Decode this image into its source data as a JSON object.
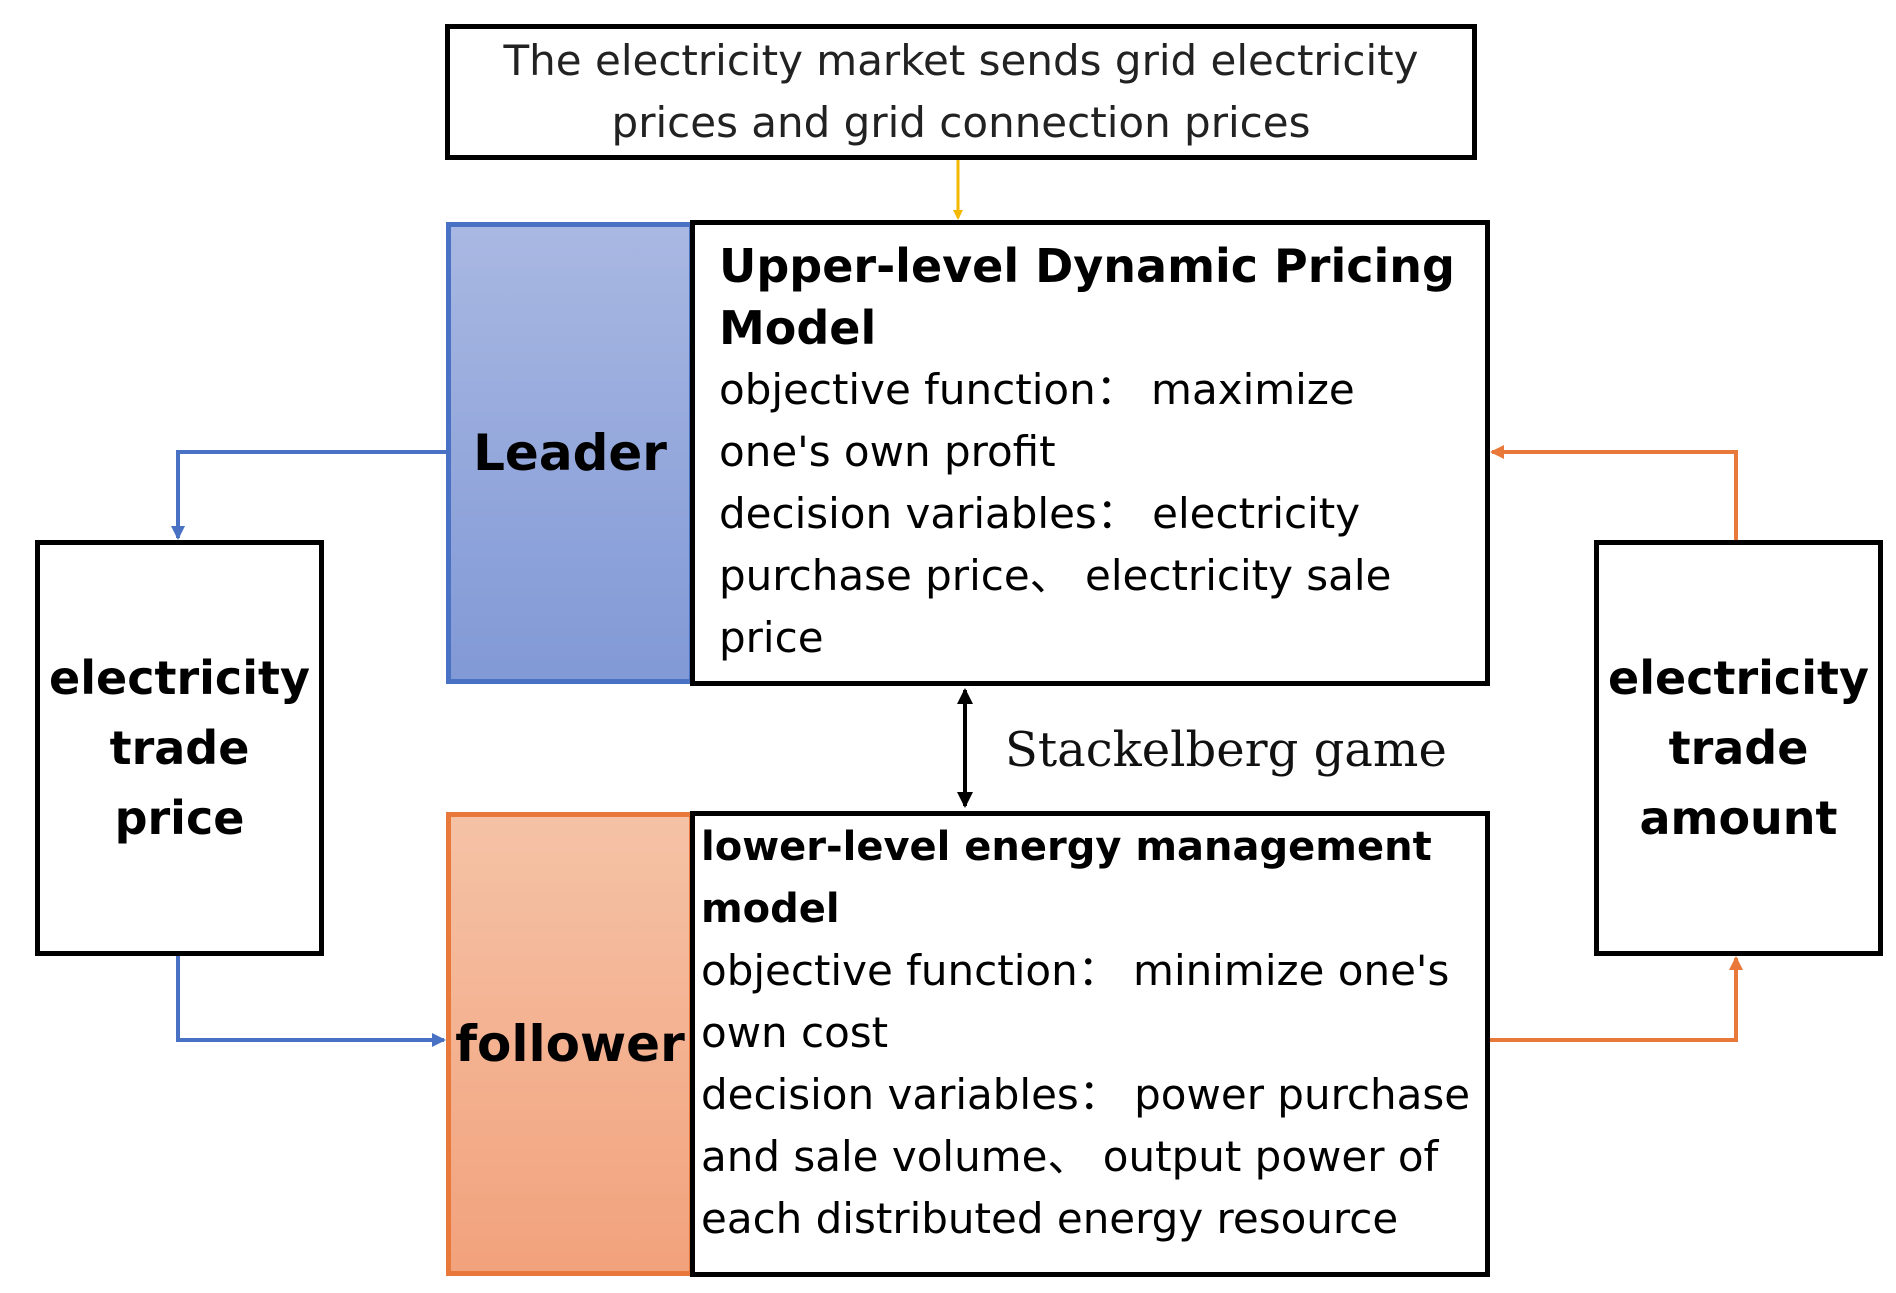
{
  "market": {
    "text": "The electricity market sends grid electricity prices and grid connection prices"
  },
  "leader": {
    "label": "Leader",
    "color": "#4a72c4"
  },
  "upper_model": {
    "title": "Upper-level Dynamic Pricing Model",
    "objective": "objective function： maximize one's own profit",
    "decision": "decision variables： electricity purchase price、 electricity sale price"
  },
  "follower": {
    "label": "follower",
    "color": "#e8793a"
  },
  "lower_model": {
    "title": "lower-level energy management model",
    "objective": "objective function： minimize one's own cost",
    "decision": "decision variables： power purchase and sale volume、 output power of each distributed energy resource"
  },
  "game": {
    "label": "Stackelberg game"
  },
  "trade_price": {
    "label": "electricity trade price"
  },
  "trade_amount": {
    "label": "electricity trade amount"
  },
  "colors": {
    "market_arrow": "#f5b800",
    "price_arrow": "#4a72c4",
    "amount_arrow": "#e8793a",
    "game_arrow": "#000000"
  }
}
